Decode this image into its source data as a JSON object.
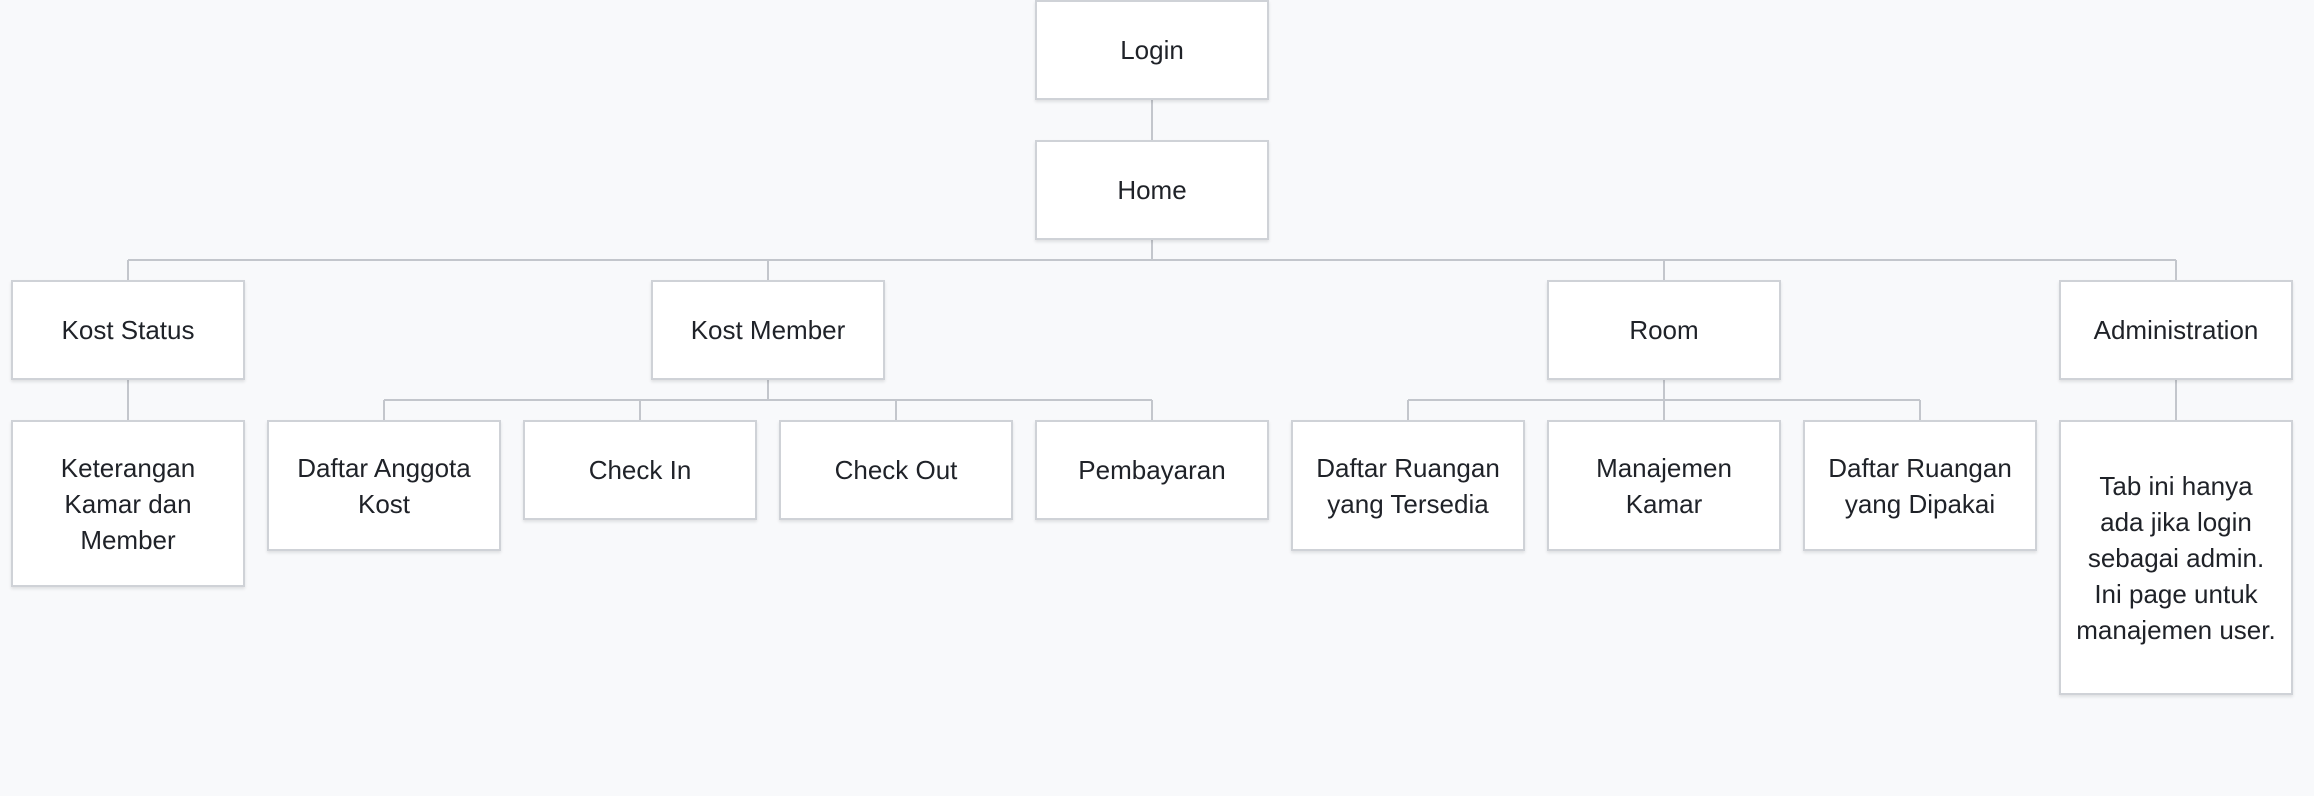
{
  "diagram": {
    "colors": {
      "background": "#f8f9fb",
      "node_fill": "#ffffff",
      "node_border": "#cfd2d7",
      "connector": "#c3c6cc",
      "text": "#1f2228"
    },
    "nodes": {
      "login": "Login",
      "home": "Home",
      "kost_status": "Kost Status",
      "kost_member": "Kost Member",
      "room": "Room",
      "administration": "Administration",
      "keterangan": "Keterangan Kamar dan Member",
      "daftar_anggota": "Daftar Anggota Kost",
      "check_in": "Check In",
      "check_out": "Check Out",
      "pembayaran": "Pembayaran",
      "daftar_ruangan_tersedia": "Daftar Ruangan yang Tersedia",
      "manajemen_kamar": "Manajemen Kamar",
      "daftar_ruangan_dipakai": "Daftar Ruangan yang Dipakai",
      "admin_note": "Tab ini hanya ada jika login sebagai admin. Ini page untuk manajemen user."
    }
  }
}
